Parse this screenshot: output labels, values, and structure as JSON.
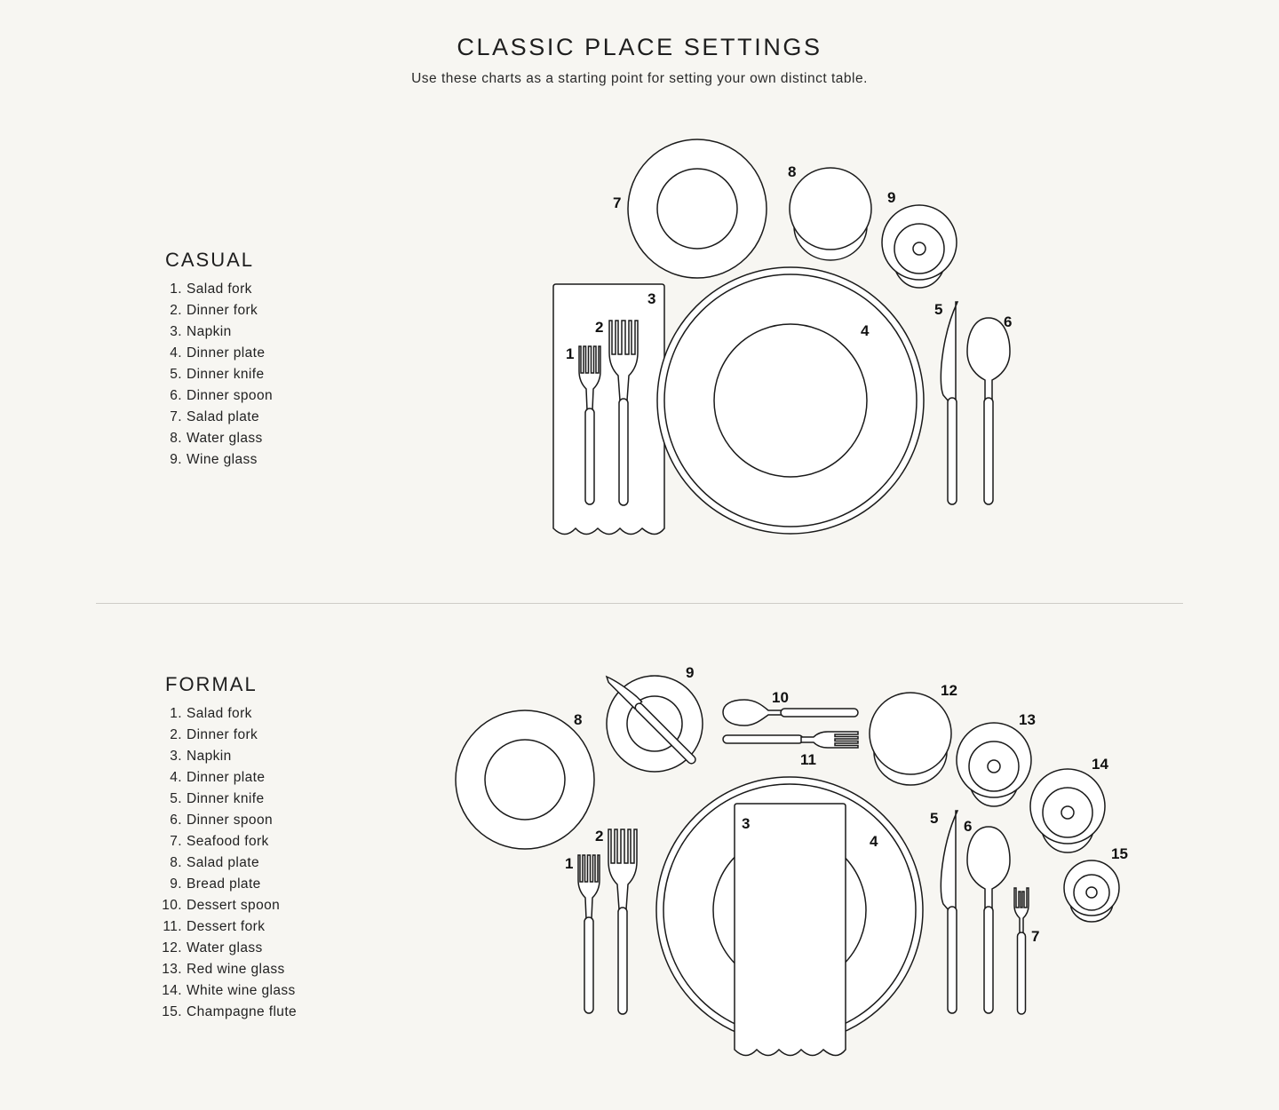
{
  "header": {
    "title": "CLASSIC PLACE SETTINGS",
    "subtitle": "Use these charts as a starting point for setting your own distinct table."
  },
  "casual": {
    "heading": "CASUAL",
    "items": [
      {
        "num": "1.",
        "label": "Salad fork"
      },
      {
        "num": "2.",
        "label": "Dinner fork"
      },
      {
        "num": "3.",
        "label": "Napkin"
      },
      {
        "num": "4.",
        "label": "Dinner plate"
      },
      {
        "num": "5.",
        "label": "Dinner knife"
      },
      {
        "num": "6.",
        "label": "Dinner spoon"
      },
      {
        "num": "7.",
        "label": "Salad plate"
      },
      {
        "num": "8.",
        "label": "Water glass"
      },
      {
        "num": "9.",
        "label": "Wine glass"
      }
    ],
    "callouts": [
      "1",
      "2",
      "3",
      "4",
      "5",
      "6",
      "7",
      "8",
      "9"
    ]
  },
  "formal": {
    "heading": "FORMAL",
    "items": [
      {
        "num": "1.",
        "label": "Salad fork"
      },
      {
        "num": "2.",
        "label": "Dinner fork"
      },
      {
        "num": "3.",
        "label": "Napkin"
      },
      {
        "num": "4.",
        "label": "Dinner plate"
      },
      {
        "num": "5.",
        "label": "Dinner knife"
      },
      {
        "num": "6.",
        "label": "Dinner spoon"
      },
      {
        "num": "7.",
        "label": "Seafood fork"
      },
      {
        "num": "8.",
        "label": "Salad plate"
      },
      {
        "num": "9.",
        "label": "Bread plate"
      },
      {
        "num": "10.",
        "label": "Dessert spoon"
      },
      {
        "num": "11.",
        "label": "Dessert fork"
      },
      {
        "num": "12.",
        "label": "Water glass"
      },
      {
        "num": "13.",
        "label": "Red wine glass"
      },
      {
        "num": "14.",
        "label": "White wine glass"
      },
      {
        "num": "15.",
        "label": "Champagne flute"
      }
    ],
    "callouts": [
      "1",
      "2",
      "3",
      "4",
      "5",
      "6",
      "7",
      "8",
      "9",
      "10",
      "11",
      "12",
      "13",
      "14",
      "15"
    ]
  },
  "colors": {
    "background": "#f7f6f2",
    "line": "#1a1a1a",
    "fill": "#ffffff",
    "divider": "#cfcdc7"
  }
}
